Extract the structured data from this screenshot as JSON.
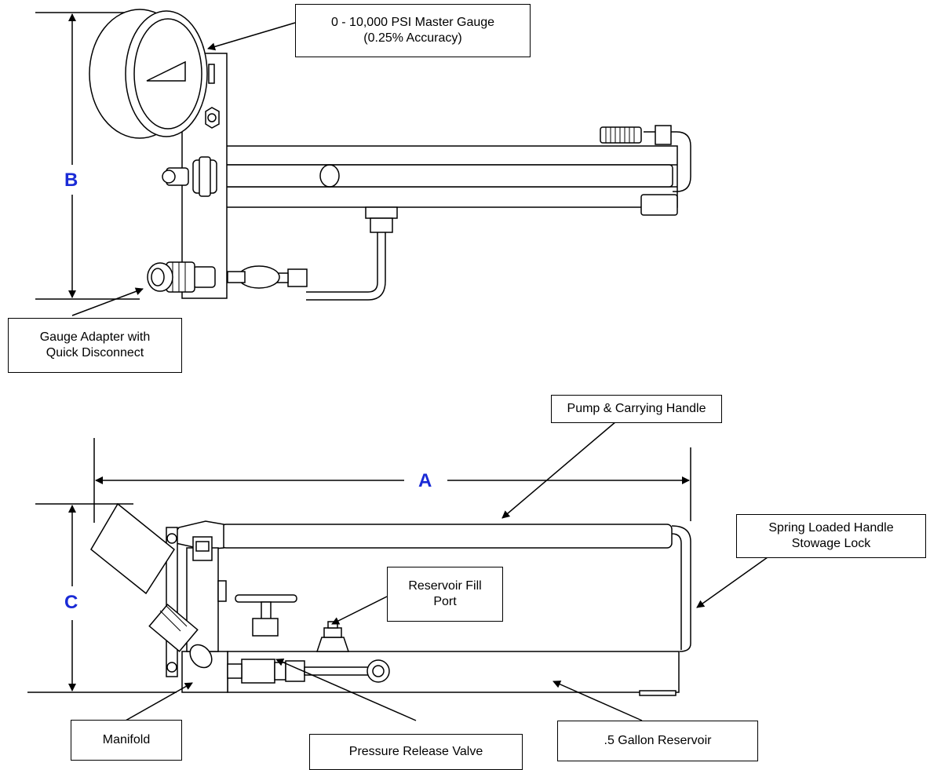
{
  "callouts": {
    "master_gauge": [
      "0 - 10,000 PSI Master Gauge",
      "(0.25% Accuracy)"
    ],
    "gauge_adapter": [
      "Gauge Adapter with",
      "Quick Disconnect"
    ],
    "pump_handle": [
      "Pump & Carrying Handle"
    ],
    "spring_lock": [
      "Spring Loaded Handle",
      "Stowage Lock"
    ],
    "reservoir_fill": [
      "Reservoir Fill",
      "Port"
    ],
    "manifold": [
      "Manifold"
    ],
    "pressure_release": [
      "Pressure Release Valve"
    ],
    "reservoir": [
      ".5 Gallon Reservoir"
    ]
  },
  "dimensions": {
    "a": "A",
    "b": "B",
    "c": "C"
  },
  "colors": {
    "dimension_label": "#1a2bd6",
    "line": "#000000"
  }
}
